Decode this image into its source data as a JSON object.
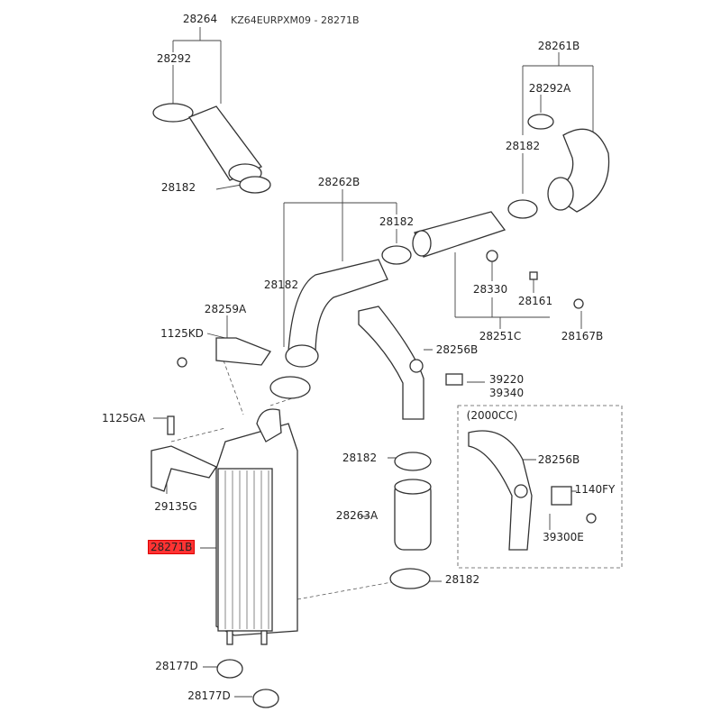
{
  "header": "KZ64EURPXM09 - 28271B",
  "labels": {
    "p28264": "28264",
    "p28292": "28292",
    "p28182_a": "28182",
    "p28262B": "28262B",
    "p28182_b": "28182",
    "p28182_c": "28182",
    "p28261B": "28261B",
    "p28292A": "28292A",
    "p28182_d": "28182",
    "p28330": "28330",
    "p28161": "28161",
    "p28251C": "28251C",
    "p28167B": "28167B",
    "p28259A": "28259A",
    "p1125KD": "1125KD",
    "p28256B_a": "28256B",
    "p39220": "39220",
    "p39340": "39340",
    "p1125GA": "1125GA",
    "variant": "(2000CC)",
    "p28182_e": "28182",
    "p28256B_b": "28256B",
    "p29135G": "29135G",
    "p1140FY": "1140FY",
    "p28263A": "28263A",
    "p39300E": "39300E",
    "p28271B": "28271B",
    "p28182_f": "28182",
    "p28177D_a": "28177D",
    "p28177D_b": "28177D"
  },
  "highlight_color": "#ff3333"
}
